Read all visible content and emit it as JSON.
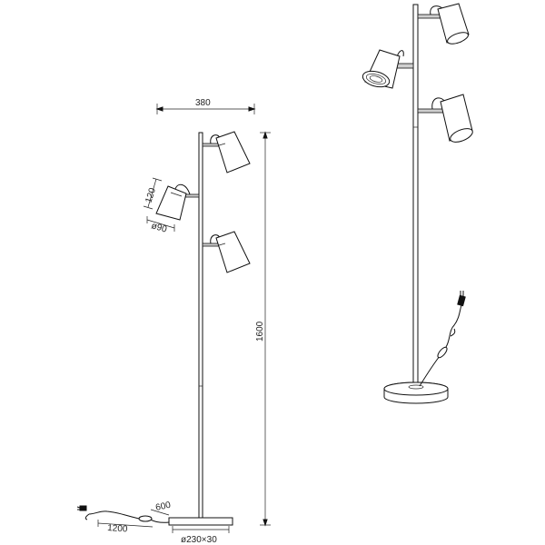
{
  "dimensions": {
    "width": "380",
    "height": "1600",
    "shade_height": "120",
    "shade_diameter": "ø90",
    "base": "ø230×30",
    "cord_length": "1200",
    "cord_switch": "600"
  }
}
